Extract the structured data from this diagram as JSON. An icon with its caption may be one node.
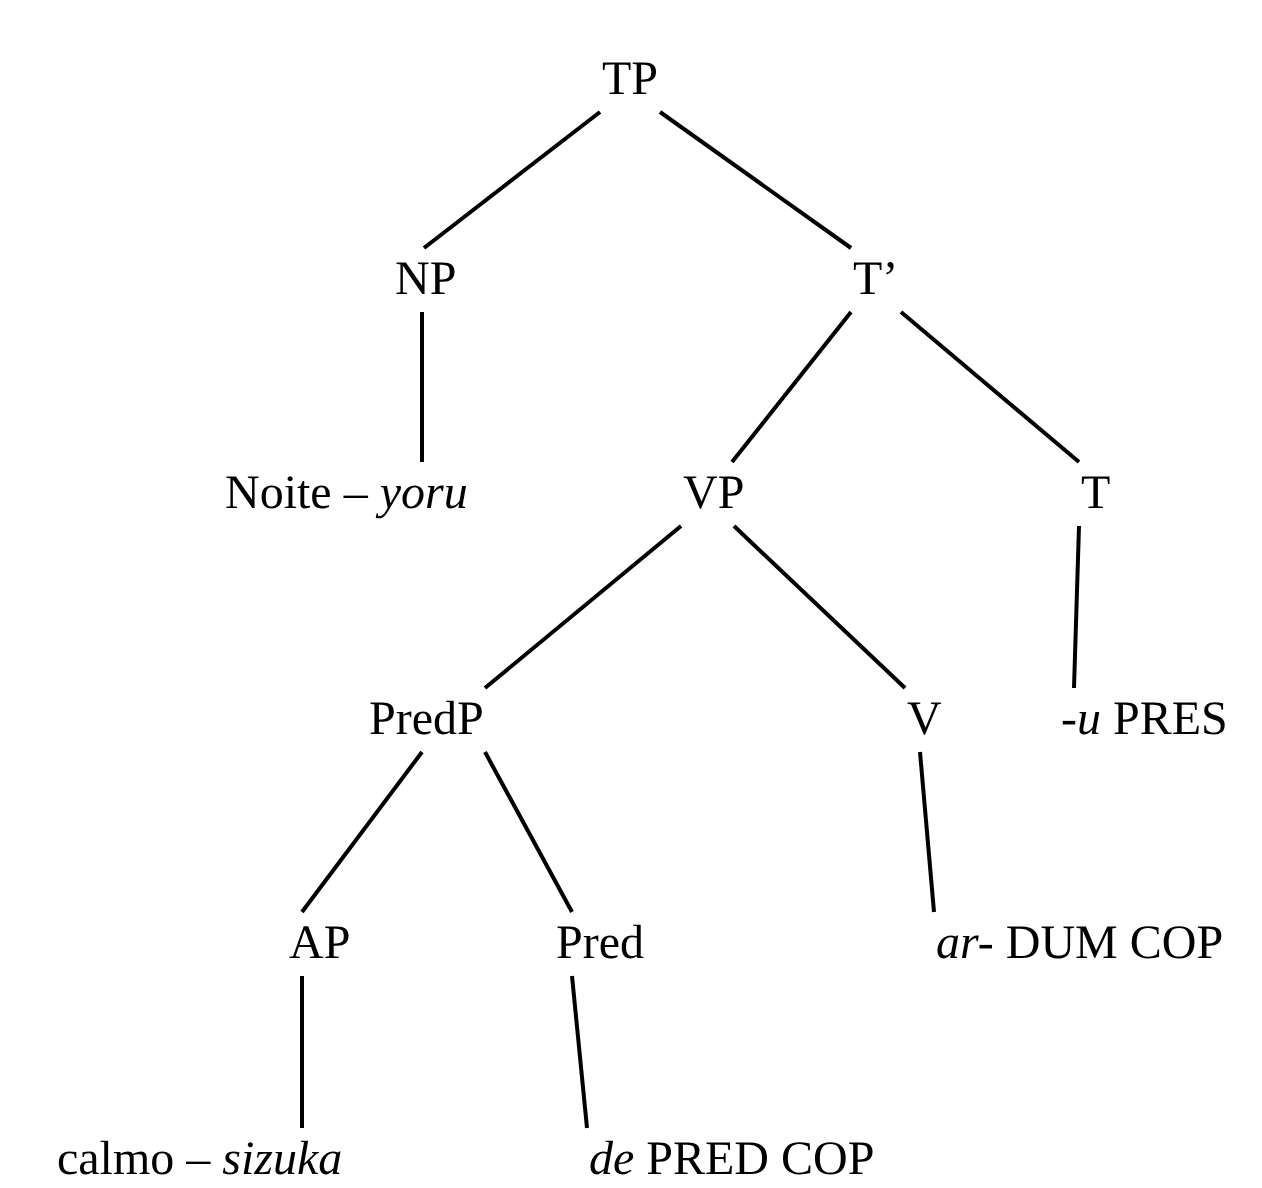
{
  "diagram": {
    "nodes": [
      {
        "text": [
          "TP"
        ]
      },
      {
        "text": [
          "NP"
        ]
      },
      {
        "text": [
          "T’"
        ]
      },
      {
        "text": [
          "Noite – *yoru*"
        ]
      },
      {
        "text": [
          "VP"
        ]
      },
      {
        "text": [
          "T"
        ]
      },
      {
        "text": [
          "PredP"
        ]
      },
      {
        "text": [
          "V"
        ]
      },
      {
        "text": [
          "-*u* PRES"
        ]
      },
      {
        "text": [
          "AP"
        ]
      },
      {
        "text": [
          "Pred"
        ]
      },
      {
        "text": [
          "*ar-* DUM COP"
        ]
      },
      {
        "text": [
          "calmo – *sizuka*"
        ]
      },
      {
        "text": [
          "*de* PRED COP"
        ]
      }
    ],
    "edges": [
      {
        "from": 0,
        "to": 1,
        "arrow": "none"
      },
      {
        "from": 0,
        "to": 2,
        "arrow": "none"
      },
      {
        "from": 1,
        "to": 3,
        "arrow": "none"
      },
      {
        "from": 2,
        "to": 4,
        "arrow": "none"
      },
      {
        "from": 2,
        "to": 5,
        "arrow": "none"
      },
      {
        "from": 4,
        "to": 6,
        "arrow": "none"
      },
      {
        "from": 4,
        "to": 7,
        "arrow": "none"
      },
      {
        "from": 5,
        "to": 8,
        "arrow": "none"
      },
      {
        "from": 6,
        "to": 9,
        "arrow": "none"
      },
      {
        "from": 6,
        "to": 10,
        "arrow": "none"
      },
      {
        "from": 7,
        "to": 11,
        "arrow": "none"
      },
      {
        "from": 9,
        "to": 12,
        "arrow": "none"
      },
      {
        "from": 10,
        "to": 13,
        "arrow": "none"
      }
    ]
  }
}
